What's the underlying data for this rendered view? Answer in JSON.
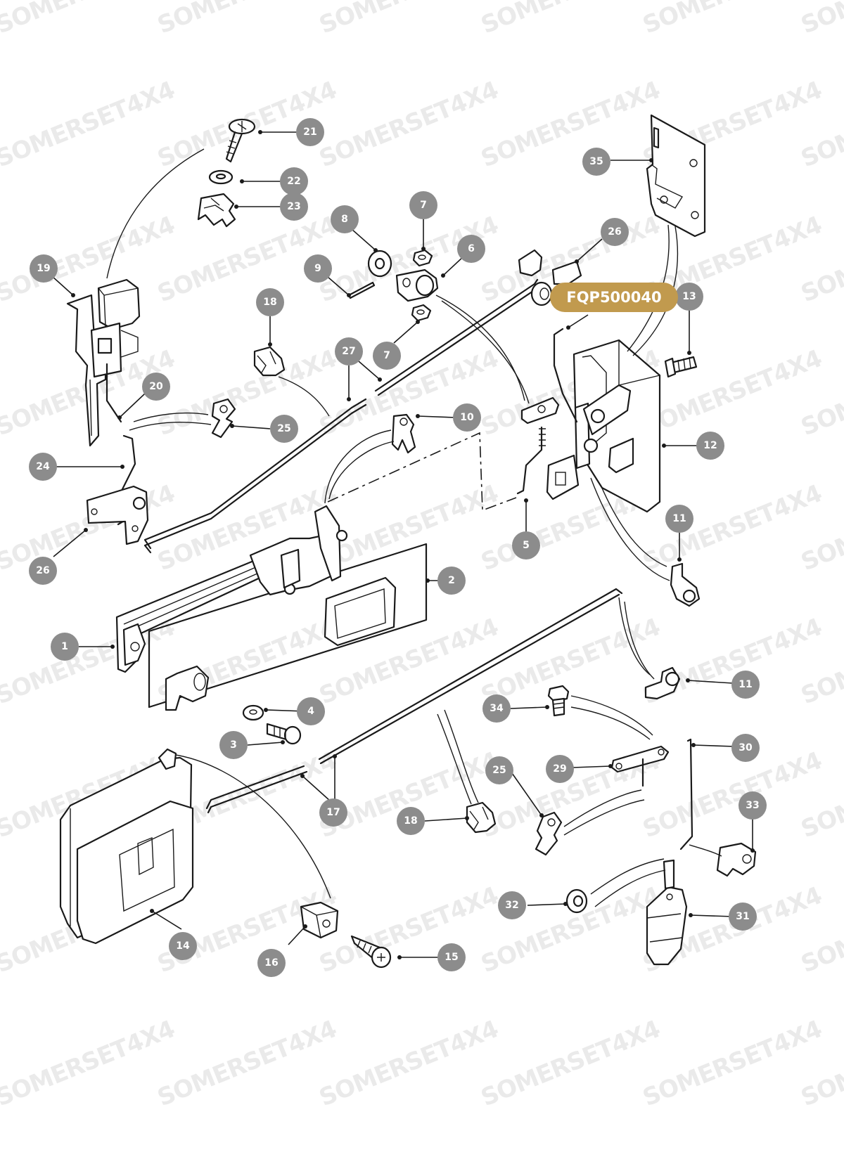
{
  "watermark": "SOMERSET4X4",
  "highlight_part_number": "FQP500040",
  "highlight_color": "#c19a4e",
  "callout_color": "#8c8c8c",
  "callouts": [
    {
      "id": "c21",
      "label": "21"
    },
    {
      "id": "c22",
      "label": "22"
    },
    {
      "id": "c23",
      "label": "23"
    },
    {
      "id": "c19",
      "label": "19"
    },
    {
      "id": "c20",
      "label": "20"
    },
    {
      "id": "c24",
      "label": "24"
    },
    {
      "id": "c26a",
      "label": "26"
    },
    {
      "id": "c25a",
      "label": "25"
    },
    {
      "id": "c18a",
      "label": "18"
    },
    {
      "id": "c27",
      "label": "27"
    },
    {
      "id": "c8",
      "label": "8"
    },
    {
      "id": "c9",
      "label": "9"
    },
    {
      "id": "c7a",
      "label": "7"
    },
    {
      "id": "c6",
      "label": "6"
    },
    {
      "id": "c7b",
      "label": "7"
    },
    {
      "id": "c10",
      "label": "10"
    },
    {
      "id": "c35",
      "label": "35"
    },
    {
      "id": "c26b",
      "label": "26"
    },
    {
      "id": "c13",
      "label": "13"
    },
    {
      "id": "c12",
      "label": "12"
    },
    {
      "id": "c5",
      "label": "5"
    },
    {
      "id": "c11a",
      "label": "11"
    },
    {
      "id": "c2",
      "label": "2"
    },
    {
      "id": "c1",
      "label": "1"
    },
    {
      "id": "c11b",
      "label": "11"
    },
    {
      "id": "c4",
      "label": "4"
    },
    {
      "id": "c3",
      "label": "3"
    },
    {
      "id": "c34",
      "label": "34"
    },
    {
      "id": "c30",
      "label": "30"
    },
    {
      "id": "c29",
      "label": "29"
    },
    {
      "id": "c25b",
      "label": "25"
    },
    {
      "id": "c33",
      "label": "33"
    },
    {
      "id": "c17",
      "label": "17"
    },
    {
      "id": "c18b",
      "label": "18"
    },
    {
      "id": "c14",
      "label": "14"
    },
    {
      "id": "c32",
      "label": "32"
    },
    {
      "id": "c31",
      "label": "31"
    },
    {
      "id": "c16",
      "label": "16"
    },
    {
      "id": "c15",
      "label": "15"
    }
  ]
}
